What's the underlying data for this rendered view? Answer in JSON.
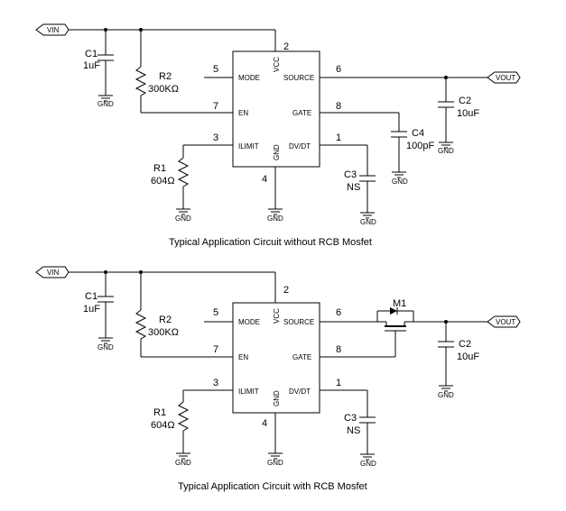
{
  "ic": {
    "mode": "MODE",
    "vcc": "VCC",
    "source": "SOURCE",
    "en": "EN",
    "gate": "GATE",
    "ilimit": "ILIMIT",
    "gnd": "GND",
    "dvdt": "DV/DT"
  },
  "pins": {
    "p2": "2",
    "p5": "5",
    "p6": "6",
    "p7": "7",
    "p8": "8",
    "p3": "3",
    "p1": "1",
    "p4": "4"
  },
  "ports": {
    "vin": "VIN",
    "vout": "VOUT"
  },
  "gnd_label": "GND",
  "parts": {
    "c1": "C1",
    "c1_val": "1uF",
    "r2": "R2",
    "r2_val": "300KΩ",
    "c2": "C2",
    "c2_val": "10uF",
    "c4": "C4",
    "c4_val": "100pF",
    "r1": "R1",
    "r1_val": "604Ω",
    "c3": "C3",
    "c3_val": "NS",
    "m1": "M1"
  },
  "captions": {
    "top": "Typical Application Circuit without RCB Mosfet",
    "bottom": "Typical Application Circuit with RCB Mosfet"
  }
}
